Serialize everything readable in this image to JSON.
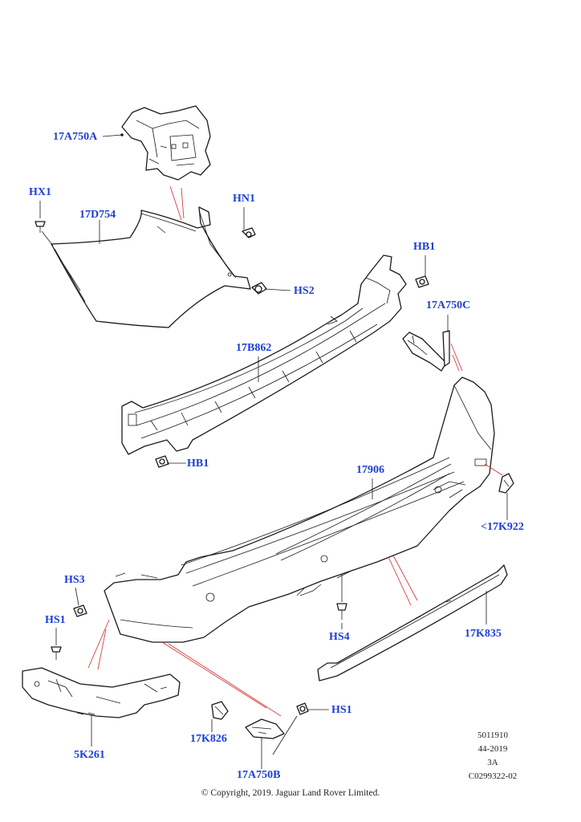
{
  "callouts": {
    "c17A750A": "17A750A",
    "cHX1": "HX1",
    "c17D754": "17D754",
    "cHN1": "HN1",
    "cHB1_top": "HB1",
    "cHS2": "HS2",
    "c17A750C": "17A750C",
    "c17B862": "17B862",
    "cHB1_bottom": "HB1",
    "c17906": "17906",
    "c17K922": "<17K922",
    "cHS3": "HS3",
    "cHS1_left": "HS1",
    "c17K835": "17K835",
    "cHS4": "HS4",
    "cHS1_right": "HS1",
    "c17K826": "17K826",
    "c5K261": "5K261",
    "c17A750B": "17A750B"
  },
  "meta": {
    "code1": "5011910",
    "code2": "44-2019",
    "code3": "3A",
    "code4": "C0299322-02"
  },
  "copyright": "© Copyright, 2019. Jaguar Land Rover Limited."
}
